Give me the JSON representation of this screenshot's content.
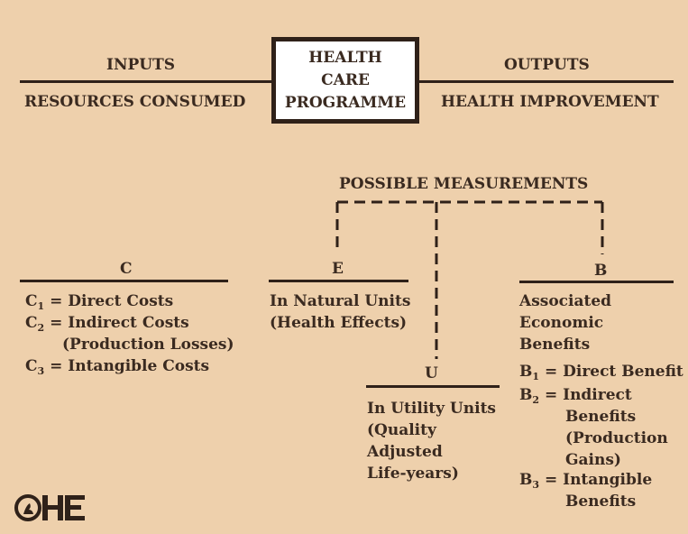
{
  "header": {
    "box_lines": [
      "HEALTH",
      "CARE",
      "PROGRAMME"
    ],
    "inputs": "INPUTS",
    "resources": "RESOURCES CONSUMED",
    "outputs": "OUTPUTS",
    "improvement": "HEALTH IMPROVEMENT"
  },
  "possible_measurements": "POSSIBLE MEASUREMENTS",
  "cost": {
    "letter": "C",
    "items": [
      {
        "sym": "C",
        "sub": "1",
        "text": " = Direct Costs"
      },
      {
        "sym": "C",
        "sub": "2",
        "text": " = Indirect Costs"
      },
      {
        "text": "(Production Losses)"
      },
      {
        "sym": "C",
        "sub": "3",
        "text": " = Intangible Costs"
      }
    ]
  },
  "effect": {
    "letter": "E",
    "lines": [
      "In Natural Units",
      "(Health Effects)"
    ]
  },
  "utility": {
    "letter": "U",
    "lines": [
      "In Utility Units",
      "(Quality",
      "Adjusted",
      "Life-years)"
    ]
  },
  "benefit": {
    "letter": "B",
    "lines": [
      "Associated",
      "Economic",
      "Benefits"
    ],
    "items": [
      {
        "sym": "B",
        "sub": "1",
        "text": " = Direct Benefit"
      },
      {
        "sym": "B",
        "sub": "2",
        "text": " = Indirect"
      },
      {
        "text": "Benefits"
      },
      {
        "text": "(Production"
      },
      {
        "text": "Gains)"
      },
      {
        "sym": "B",
        "sub": "3",
        "text": " = Intangible"
      },
      {
        "text": "Benefits"
      }
    ]
  },
  "logo_text": "OHE",
  "colors": {
    "background": "#eed0ac",
    "ink": "#2f2119",
    "box_fill": "#ffffff"
  }
}
